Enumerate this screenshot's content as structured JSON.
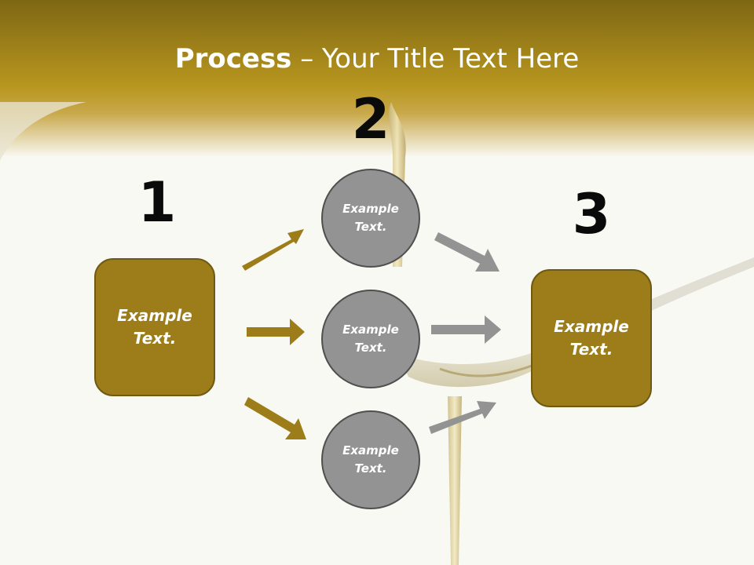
{
  "title": {
    "bold": "Process",
    "rest": " – Your Title Text Here"
  },
  "steps": {
    "one": "1",
    "two": "2",
    "three": "3"
  },
  "boxes": {
    "left": [
      "Example",
      "Text."
    ],
    "right": [
      "Example",
      "Text."
    ]
  },
  "circles": {
    "top": [
      "Example",
      "Text."
    ],
    "middle": [
      "Example",
      "Text."
    ],
    "bottom": [
      "Example",
      "Text."
    ]
  },
  "colors": {
    "header_gold": "#b8961e",
    "box_fill": "#9c7d19",
    "circle_fill": "#939393",
    "arrow_gold": "#9c7d19",
    "arrow_gray": "#939393"
  }
}
